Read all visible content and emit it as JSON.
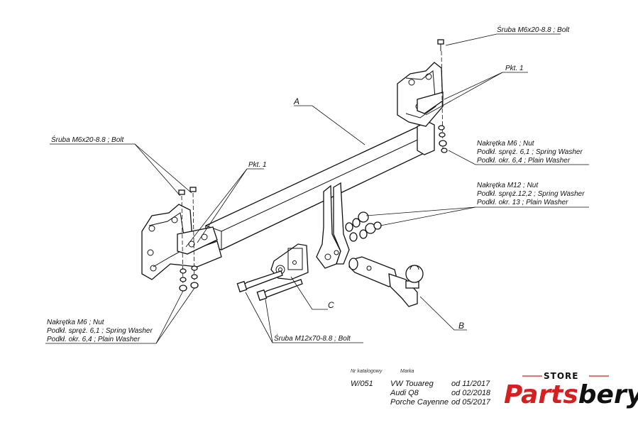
{
  "labels": {
    "bolt_top_right": "Śruba M6x20-8.8 ;  Bolt",
    "pkt1_right": "Pkt. 1",
    "part_a": "A",
    "bolt_left": "Śruba M6x20-8.8 ;  Bolt",
    "pkt1_left": "Pkt. 1",
    "nut_m6_right": "Nakrętka  M6 ; Nut",
    "spring_washer_6_right": "Podkł. spręż. 6,1 ; Spring Washer",
    "plain_washer_6_right": "Podkł. okr.  6,4 ; Plain Washer",
    "nut_m12": "Nakrętka  M12 ; Nut",
    "spring_washer_12": "Podkł. spręż.12,2 ; Spring Washer",
    "plain_washer_13": "Podkł. okr. 13 ; Plain Washer",
    "part_c": "C",
    "part_b": "B",
    "nut_m6_left": "Nakrętka  M6 ; Nut",
    "spring_washer_6_left": "Podkł. spręż. 6,1 ; Spring Washer",
    "plain_washer_6_left": "Podkł. okr.  6,4 ; Plain Washer",
    "bolt_m12": "Śruba M12x70-8.8 ;  Bolt"
  },
  "catalog": {
    "number_header": "Nr katalogowy",
    "make_header": "Marka",
    "number": "W/051",
    "vehicles": [
      {
        "name": "VW Touareg",
        "from": "od  11/2017"
      },
      {
        "name": "Audi Q8",
        "from": "od  02/2018"
      },
      {
        "name": "Porche Cayenne",
        "from": "od  05/2017"
      }
    ]
  },
  "logo": {
    "top": "STORE",
    "brand_red": "Parts",
    "brand_black": "bery",
    "accent_color": "#d42020"
  }
}
